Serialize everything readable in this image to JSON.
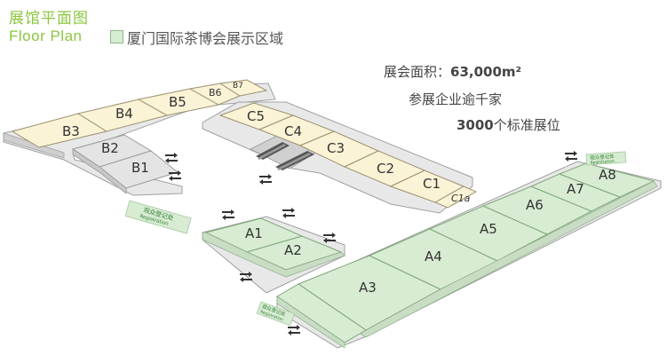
{
  "header": {
    "title_cn": "展馆平面图",
    "title_en": "Floor Plan",
    "legend_label": "厦门国际茶博会展示区域",
    "legend_color": "#d7ecd2"
  },
  "stats": {
    "area_label": "展会面积：",
    "area_value": "63,000m²",
    "exhibitors": "参展企业逾千家",
    "booths_number": "3000",
    "booths_suffix": "个标准展位"
  },
  "colors": {
    "tea_hall": "#d7ecd2",
    "tea_hall_edge": "#7fa67a",
    "other_hall": "#fbf3d6",
    "other_hall_edge": "#9a9070",
    "side_hall": "#e4e4e4",
    "floor": "#e8e8e8",
    "floor_edge": "#a0a0a0"
  },
  "halls": {
    "A1": "A1",
    "A2": "A2",
    "A3": "A3",
    "A4": "A4",
    "A5": "A5",
    "A6": "A6",
    "A7": "A7",
    "A8": "A8",
    "B1": "B1",
    "B2": "B2",
    "B3": "B3",
    "B4": "B4",
    "B5": "B5",
    "B6": "B6",
    "B7": "B7",
    "C1": "C1",
    "C1a": "C1a",
    "C2": "C2",
    "C3": "C3",
    "C4": "C4",
    "C5": "C5"
  },
  "signs": {
    "reg_left_cn": "观众登记处",
    "reg_left_en": "Registration",
    "reg_bottom_cn": "观众登记处",
    "reg_bottom_en": "Registration",
    "reg_right_cn": "观众登记处",
    "reg_right_en": "Registration"
  }
}
